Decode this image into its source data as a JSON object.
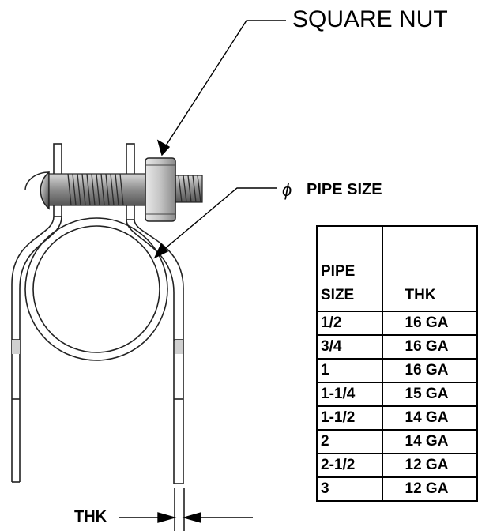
{
  "labels": {
    "square_nut": "SQUARE NUT",
    "pipe_size_symbol": "ϕ",
    "pipe_size": "PIPE SIZE",
    "thk": "THK"
  },
  "table": {
    "headers": [
      "PIPE SIZE",
      "THK"
    ],
    "rows": [
      [
        "1/2",
        "16 GA"
      ],
      [
        "3/4",
        "16 GA"
      ],
      [
        "1",
        "16 GA"
      ],
      [
        "1-1/4",
        "15 GA"
      ],
      [
        "1-1/2",
        "14 GA"
      ],
      [
        "2",
        "14 GA"
      ],
      [
        "2-1/2",
        "12 GA"
      ],
      [
        "3",
        "12 GA"
      ]
    ]
  }
}
